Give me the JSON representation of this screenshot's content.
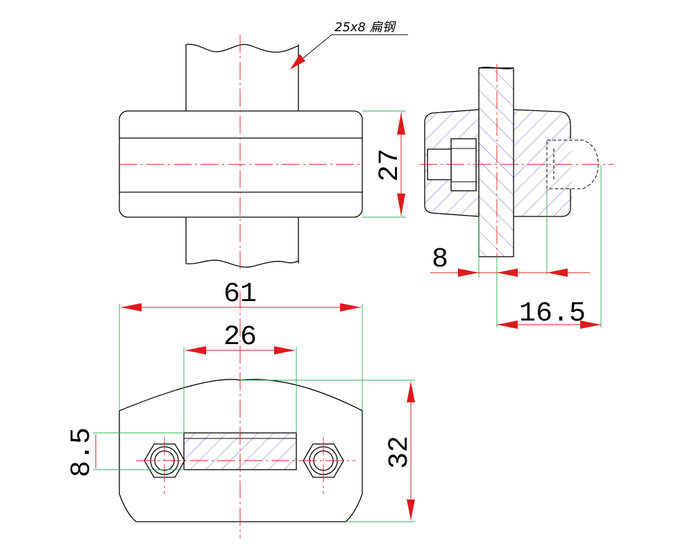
{
  "note": {
    "label": "25x8 扁钢"
  },
  "dimensions": {
    "d27": "27",
    "d8": "8",
    "d16_5": "16.5",
    "d61": "61",
    "d26": "26",
    "d8_5": "8.5",
    "d32": "32"
  },
  "colors": {
    "outline": "#000000",
    "center_line": "#e0191c",
    "dimension": "#e0191c",
    "extension": "#22b14c",
    "hatch": "#3b45c8"
  }
}
